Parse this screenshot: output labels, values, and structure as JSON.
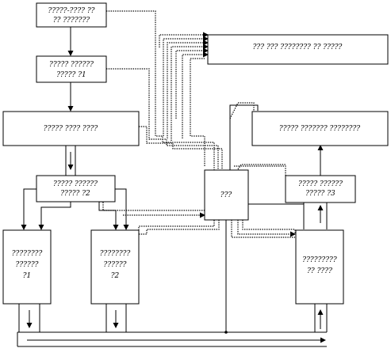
{
  "boxes": {
    "top_left": [
      "?????-???? ??",
      "?? ???????"
    ],
    "box_n1": [
      "????? ??????",
      "????? ?1"
    ],
    "wide_left": [
      "????? ???? ????"
    ],
    "box_n2": [
      "????? ??????",
      "????? ?2"
    ],
    "col1": [
      "????????",
      "??????",
      "?1"
    ],
    "col2": [
      "????????",
      "??????",
      "?2"
    ],
    "top_right": [
      "??? ??? ???????? ?? ?????"
    ],
    "mid_right": [
      "????? ??????? ????????"
    ],
    "center": [
      "???"
    ],
    "box_n3": [
      "????? ??????",
      "????? ?3"
    ],
    "right_tall": [
      "?????????",
      "?? ????"
    ]
  }
}
